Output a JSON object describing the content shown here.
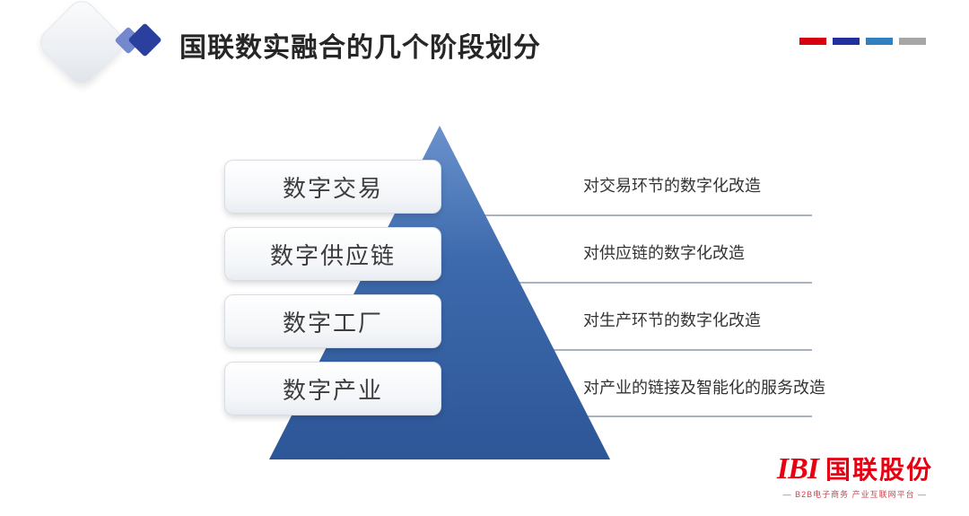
{
  "header": {
    "title": "国联数实融合的几个阶段划分",
    "accent_colors": [
      "#d7000f",
      "#1f2f9e",
      "#2f7fc1",
      "#a6a6a6"
    ],
    "decoration_colors": {
      "diamond_dark_blue": "#2b3f9e",
      "diamond_light_blue": "#7388cd"
    }
  },
  "pyramid": {
    "fill_top": "#6a92cc",
    "fill_bottom": "#2d5697"
  },
  "stages": [
    {
      "label": "数字交易",
      "description": "对交易环节的数字化改造"
    },
    {
      "label": "数字供应链",
      "description": "对供应链的数字化改造"
    },
    {
      "label": "数字工厂",
      "description": "对生产环节的数字化改造"
    },
    {
      "label": "数字产业",
      "description": "对产业的链接及智能化的服务改造"
    }
  ],
  "footer": {
    "logo_mark": "IBI",
    "company_name": "国联股份",
    "tagline": "— B2B电子商务 产业互联网平台 —"
  }
}
